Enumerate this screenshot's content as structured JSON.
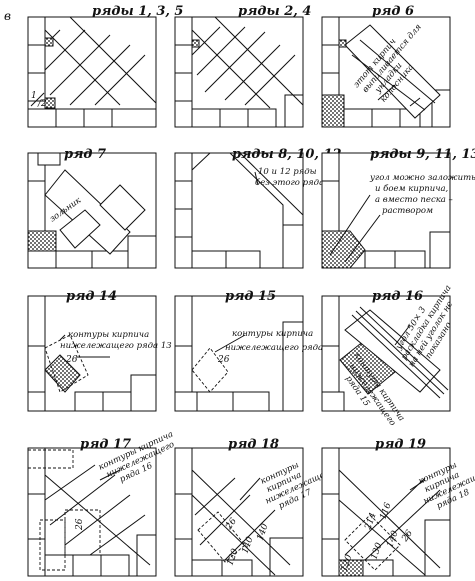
{
  "figure_letter": "в",
  "panels": [
    {
      "label": "ряды 1, 3, 5",
      "notes": [
        "1",
        "/2"
      ]
    },
    {
      "label": "ряды 2, 4",
      "notes": []
    },
    {
      "label": "ряд 6",
      "notes": [
        "этот кирпич",
        "выпиливается для",
        "укладки",
        "колосника"
      ]
    },
    {
      "label": "ряд 7",
      "notes": [
        "зольник"
      ]
    },
    {
      "label": "ряды 8, 10, 12",
      "notes": [
        "10 и 12 ряды",
        "без этого ряда"
      ]
    },
    {
      "label": "ряды 9, 11, 13",
      "notes": [
        "угол можно заложить",
        "и боем кирпича,",
        "а вместо песка –",
        "раствором"
      ]
    },
    {
      "label": "ряд 14",
      "notes": [
        "контуры кирпича",
        "нижележащего ряда 13"
      ],
      "dims": [
        "26"
      ]
    },
    {
      "label": "ряд 15",
      "notes": [
        "контуры кирпича",
        "нижележащего ряда 14"
      ],
      "dims": [
        "26"
      ]
    },
    {
      "label": "ряд 16",
      "notes": [
        "угол 50× 3",
        "раскладка кирпича",
        "на ней уголок не",
        "показано",
        "контуры кирпича",
        "нижележащего",
        "ряда 15"
      ]
    },
    {
      "label": "ряд 17",
      "notes": [
        "контуры кирпича",
        "нижележащего",
        "ряда 16"
      ],
      "dims": [
        "26"
      ]
    },
    {
      "label": "ряд 18",
      "notes": [
        "контуры",
        "кирпича",
        "нижележащего",
        "ряда 17"
      ],
      "dims": [
        "26",
        "120",
        "140",
        "140"
      ]
    },
    {
      "label": "ряд 19",
      "notes": [
        "контуры",
        "кирпича",
        "нижележащего",
        "ряда 18"
      ],
      "dims": [
        "214",
        "116",
        "130",
        "140",
        "26",
        "120"
      ]
    }
  ]
}
